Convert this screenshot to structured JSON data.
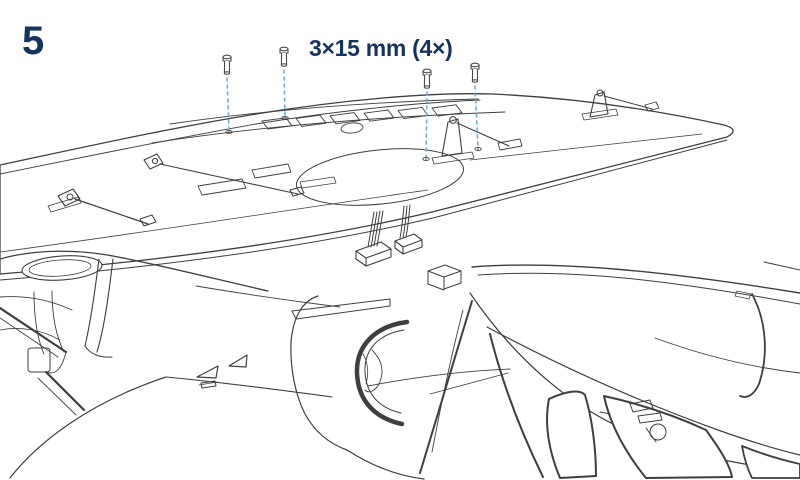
{
  "page": {
    "kind": "assembly-instruction-step",
    "subject": "model aircraft wing mounting illustration",
    "background": "#ffffff"
  },
  "step": {
    "number": "5"
  },
  "callout": {
    "label": "3×15 mm (4×)",
    "screw_size": "3×15 mm",
    "screw_quantity": "4×"
  },
  "hardware": {
    "screw_count": 4,
    "guide_line_style": "dashed"
  },
  "colors": {
    "step_number": "#16335f",
    "callout_text": "#16335f",
    "guide_line": "#74aede",
    "artwork_line": "#3f3f3f"
  }
}
